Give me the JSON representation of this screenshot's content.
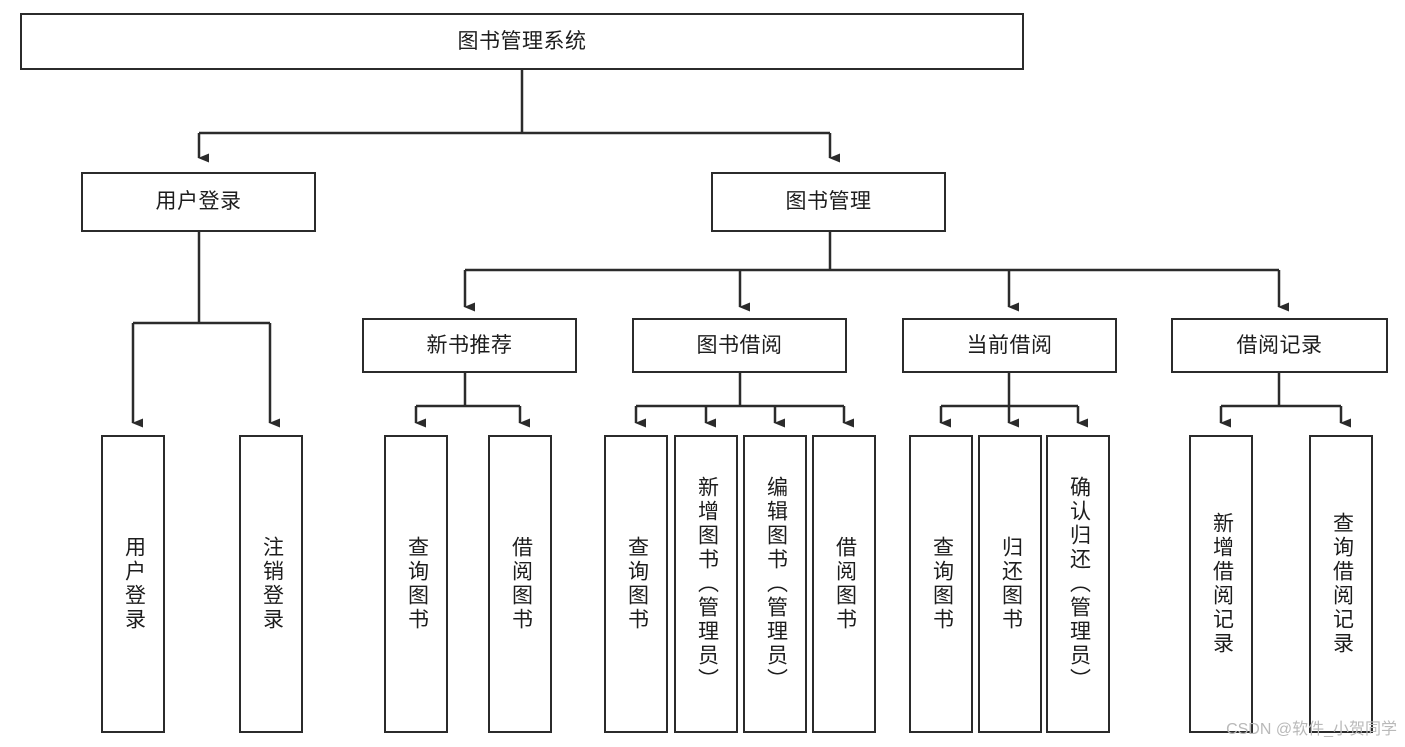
{
  "diagram": {
    "title": "图书管理系统",
    "type": "tree",
    "orientation": "top-down",
    "colors": {
      "box_border": "#2b2b2b",
      "box_fill": "#ffffff",
      "edge": "#2b2b2b",
      "text": "#1d1d1d",
      "watermark": "#b9b9b9",
      "background": "#ffffff"
    },
    "nodes": {
      "root": {
        "label": "图书管理系统"
      },
      "level2": [
        {
          "id": "user-login",
          "label": "用户登录"
        },
        {
          "id": "book-management",
          "label": "图书管理"
        }
      ],
      "level3": [
        {
          "id": "new-book-recommend",
          "label": "新书推荐"
        },
        {
          "id": "book-borrow",
          "label": "图书借阅"
        },
        {
          "id": "current-borrow",
          "label": "当前借阅"
        },
        {
          "id": "borrow-record",
          "label": "借阅记录"
        }
      ],
      "leaves": {
        "user-login": [
          {
            "id": "leaf-user-login",
            "label": "用户登录"
          },
          {
            "id": "leaf-user-logout",
            "label": "注销登录"
          }
        ],
        "new-book-recommend": [
          {
            "id": "leaf-query-book-1",
            "label": "查询图书"
          },
          {
            "id": "leaf-borrow-book-1",
            "label": "借阅图书"
          }
        ],
        "book-borrow": [
          {
            "id": "leaf-query-book-2",
            "label": "查询图书"
          },
          {
            "id": "leaf-add-book",
            "label": "新增图书（管理员）"
          },
          {
            "id": "leaf-edit-book",
            "label": "编辑图书（管理员）"
          },
          {
            "id": "leaf-borrow-book-2",
            "label": "借阅图书"
          }
        ],
        "current-borrow": [
          {
            "id": "leaf-query-book-3",
            "label": "查询图书"
          },
          {
            "id": "leaf-return-book",
            "label": "归还图书"
          },
          {
            "id": "leaf-confirm-return",
            "label": "确认归还（管理员）"
          }
        ],
        "borrow-record": [
          {
            "id": "leaf-add-record",
            "label": "新增借阅记录"
          },
          {
            "id": "leaf-query-record",
            "label": "查询借阅记录"
          }
        ]
      }
    },
    "watermark": "CSDN @软件_小贺同学"
  }
}
